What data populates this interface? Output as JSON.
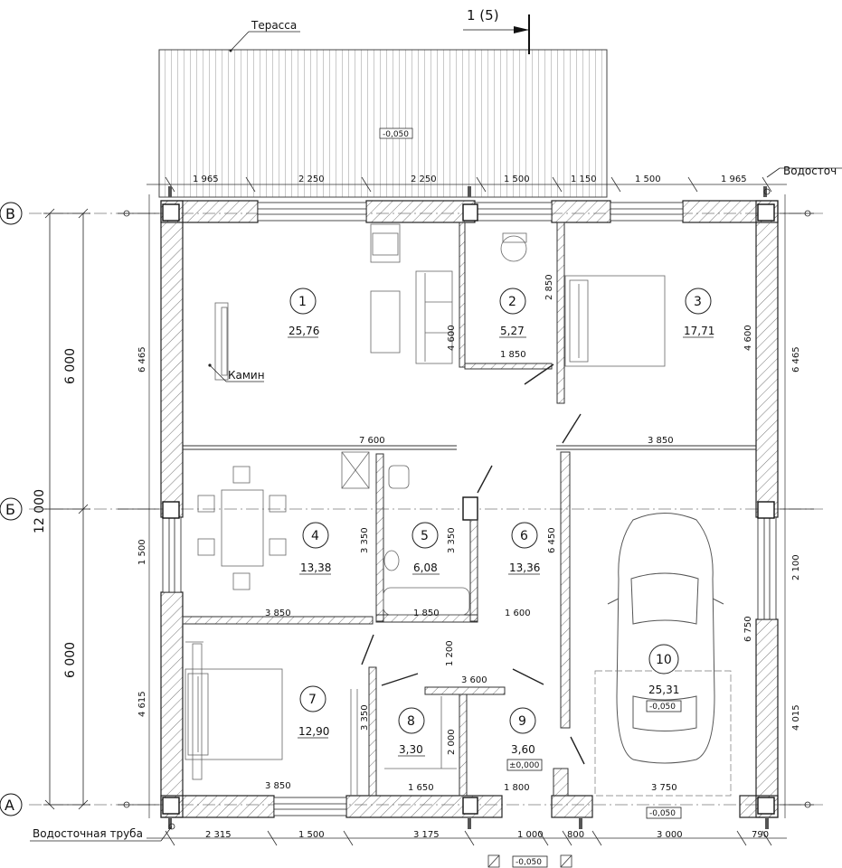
{
  "labels": {
    "terrace": "Терасса",
    "section_mark": "1 (5)",
    "downpipe_top": "Водосточ",
    "downpipe_bottom": "Водосточная труба",
    "fireplace": "Камин"
  },
  "axes": {
    "v": "В",
    "b": "Б",
    "a": "А"
  },
  "big_dims": {
    "top_half": "6 000",
    "bottom_half": "6 000",
    "total": "12 000"
  },
  "elevations": {
    "terrace": "-0,050",
    "garage_box": "-0,050",
    "garage_bottom": "-0,050",
    "room9": "±0,000",
    "outside_bottom": "-0,050"
  },
  "rooms": [
    {
      "num": "1",
      "area": "25,76"
    },
    {
      "num": "2",
      "area": "5,27"
    },
    {
      "num": "3",
      "area": "17,71"
    },
    {
      "num": "4",
      "area": "13,38"
    },
    {
      "num": "5",
      "area": "6,08"
    },
    {
      "num": "6",
      "area": "13,36"
    },
    {
      "num": "7",
      "area": "12,90"
    },
    {
      "num": "8",
      "area": "3,30"
    },
    {
      "num": "9",
      "area": "3,60"
    },
    {
      "num": "10",
      "area": "25,31"
    }
  ],
  "dims": {
    "top": [
      "1 965",
      "2 250",
      "2 250",
      "1 500",
      "1 150",
      "1 500",
      "1 965"
    ],
    "bottom": [
      "2 315",
      "1 500",
      "3 175",
      "1 000",
      "800",
      "3 000",
      "790"
    ],
    "left": [
      "6 465",
      "1 500",
      "4 615"
    ],
    "right": [
      "6 465",
      "2 100",
      "4 015"
    ],
    "interior": {
      "r1_w": "7 600",
      "r3_w": "3 850",
      "r2_w": "1 850",
      "r2_h": "2 850",
      "r1_h": "4 600",
      "r3_h": "4 600",
      "r4_w": "3 850",
      "r4_h": "3 350",
      "r5_w": "1 850",
      "r5_h": "3 350",
      "r6_h": "6 450",
      "r6_w": "1 600",
      "r7_w": "3 850",
      "r7_h": "3 350",
      "corr_h": "1 200",
      "r9_w_top": "3 600",
      "r8_w": "1 650",
      "r8_h": "2 000",
      "r9_w": "1 800",
      "r10_w": "3 750",
      "r10_h": "6 750"
    }
  }
}
